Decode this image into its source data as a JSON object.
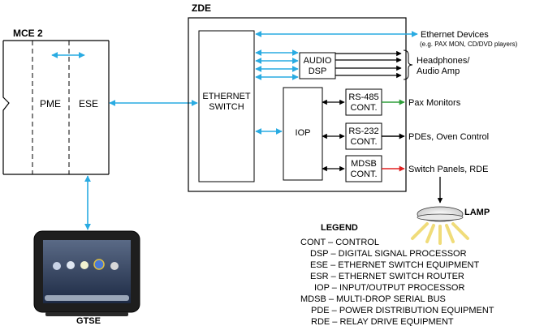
{
  "mce": {
    "title": "MCE 2",
    "pme_label": "PME",
    "ese_label": "ESE"
  },
  "zde": {
    "title": "ZDE",
    "switch_line1": "ETHERNET",
    "switch_line2": "SWITCH",
    "audio_line1": "AUDIO",
    "audio_line2": "DSP",
    "iop_label": "IOP",
    "rs485_line1": "RS-485",
    "rs485_line2": "CONT.",
    "rs232_line1": "RS-232",
    "rs232_line2": "CONT.",
    "mdsb_line1": "MDSB",
    "mdsb_line2": "CONT."
  },
  "outputs": {
    "ethernet_devices": "Ethernet Devices",
    "ethernet_devices_sub": "(e.g. PAX MON, CD/DVD players)",
    "headphones_line1": "Headphones/",
    "headphones_line2": "Audio Amp",
    "pax_monitors": "Pax Monitors",
    "pdes": "PDEs, Oven Control",
    "switch_panels": "Switch Panels, RDE",
    "lamp": "LAMP"
  },
  "gtse": {
    "label": "GTSE"
  },
  "legend": {
    "title": "LEGEND",
    "entries": [
      "CONT – CONTROL",
      "DSP – DIGITAL SIGNAL PROCESSOR",
      "ESE – ETHERNET SWITCH EQUIPMENT",
      "ESR – ETHERNET SWITCH ROUTER",
      "IOP – INPUT/OUTPUT PROCESSOR",
      "MDSB – MULTI-DROP SERIAL BUS",
      "PDE – POWER DISTRIBUTION EQUIPMENT",
      "RDE – RELAY DRIVE EQUIPMENT"
    ]
  },
  "colors": {
    "ethernet_link": "#29abe2",
    "rs485_link": "#2e9e3a",
    "mdsb_link": "#e02020",
    "lines": "#000000",
    "lamp_glow": "#f0dc7a"
  }
}
